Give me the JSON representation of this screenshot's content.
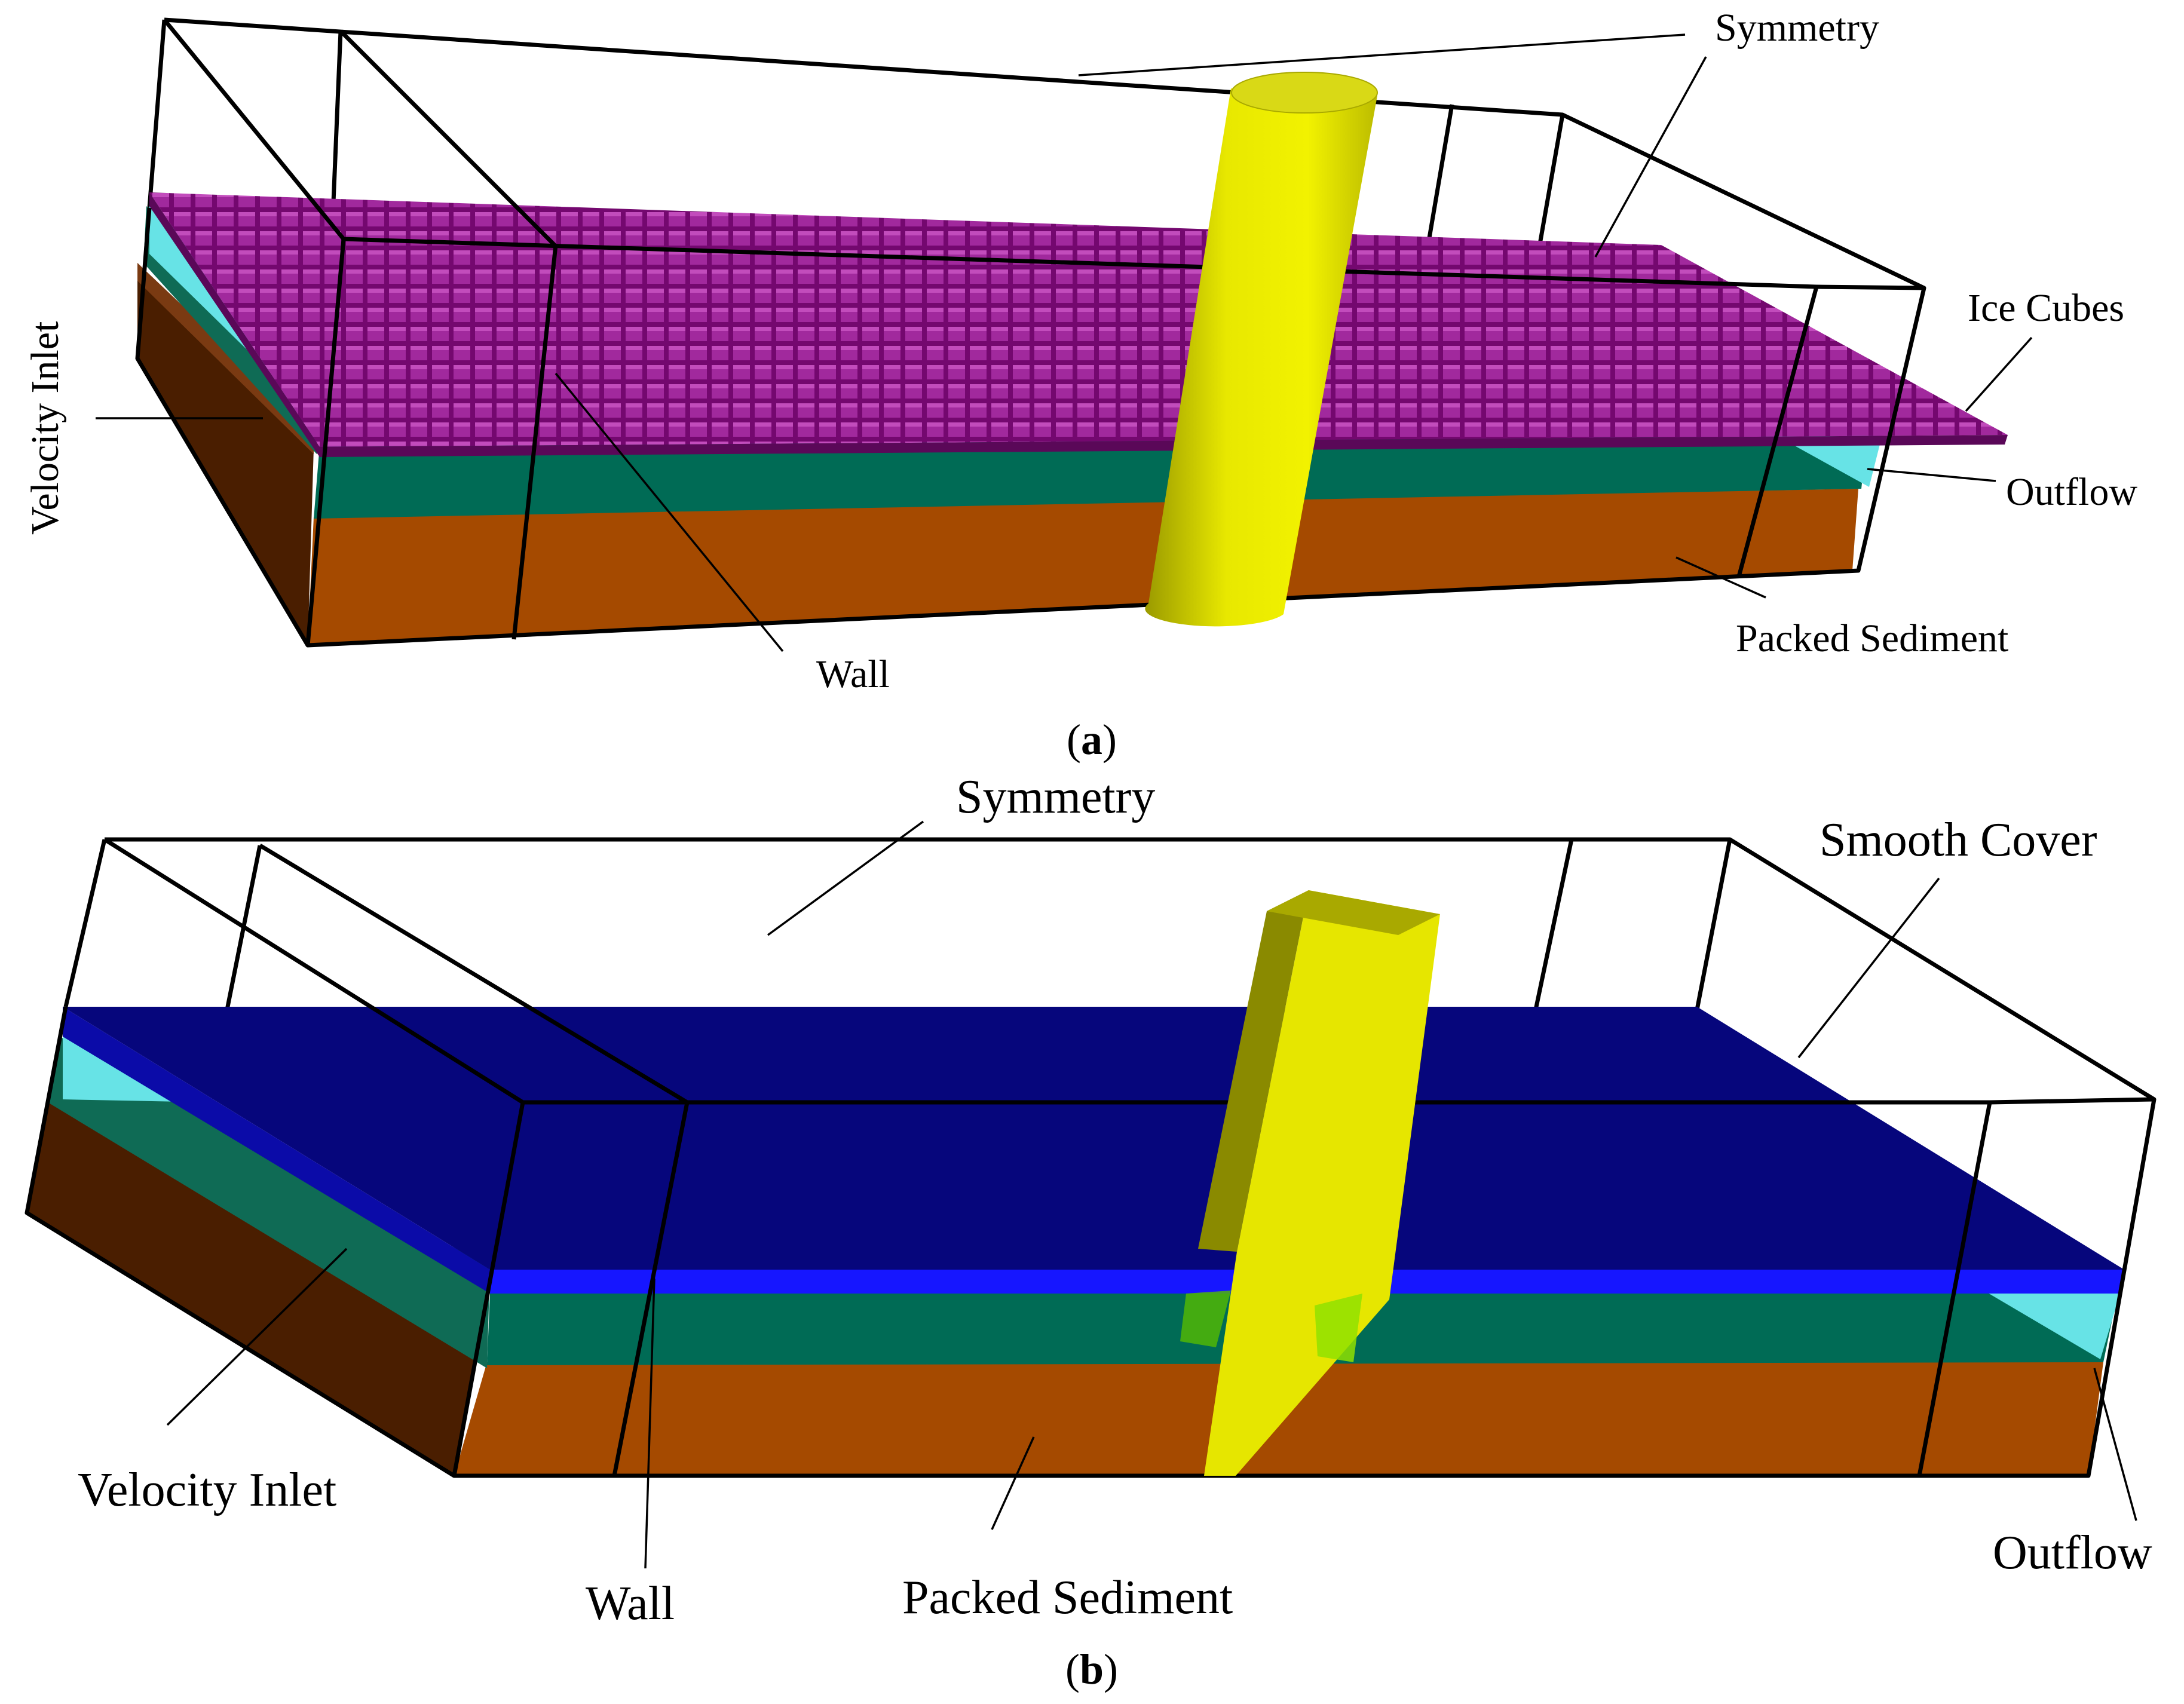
{
  "panels": [
    {
      "caption_letter": "a",
      "labels": {
        "symmetry": "Symmetry",
        "ice_cubes": "Ice Cubes",
        "velocity_inlet": "Velocity Inlet",
        "outflow": "Outflow",
        "packed_sediment": "Packed Sediment",
        "wall": "Wall"
      },
      "colors": {
        "ice_cubes": "#7a0a78",
        "water": "#006b55",
        "water_edge": "#67e3e6",
        "sediment_front": "#a54a00",
        "sediment_side": "#4a1e00",
        "pier": "#e6e600"
      }
    },
    {
      "caption_letter": "b",
      "labels": {
        "symmetry": "Symmetry",
        "smooth_cover": "Smooth Cover",
        "velocity_inlet": "Velocity Inlet",
        "wall": "Wall",
        "packed_sediment": "Packed Sediment",
        "outflow": "Outflow"
      },
      "colors": {
        "smooth_cover": "#06067c",
        "cover_edge": "#1616ff",
        "water": "#006b55",
        "water_edge": "#67e3e6",
        "sediment_front": "#a54a00",
        "sediment_side": "#4a1e00",
        "pier": "#e6e600"
      }
    }
  ]
}
